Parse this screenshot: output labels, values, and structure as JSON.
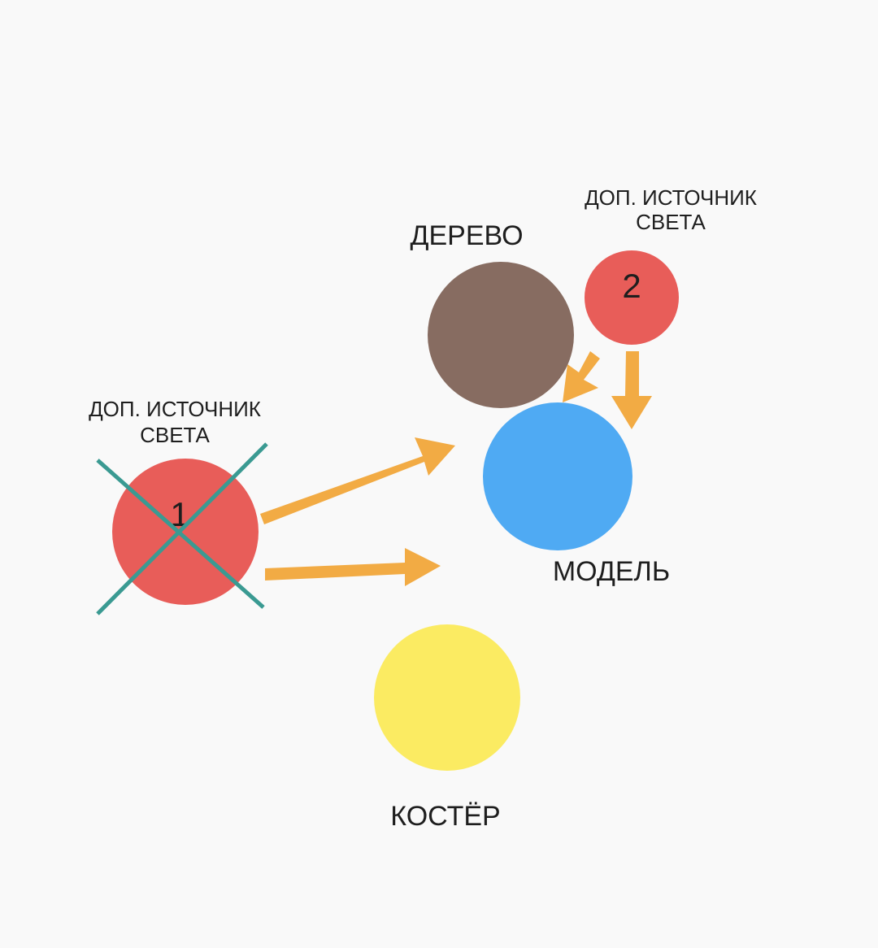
{
  "colors": {
    "background": "#f9f9f9",
    "light_source": "#e85d59",
    "tree": "#876c61",
    "model": "#4faaf3",
    "fire": "#fbeb62",
    "arrow": "#f2ab44",
    "cross": "#3a9a92",
    "text": "#1e1e1e"
  },
  "nodes": {
    "tree": {
      "label": "ДЕРЕВО"
    },
    "model": {
      "label": "МОДЕЛЬ"
    },
    "fire": {
      "label": "КОСТЁР"
    },
    "light1": {
      "number": "1",
      "label_line1": "ДОП. ИСТОЧНИК",
      "label_line2": "СВЕТА",
      "crossed_out": true
    },
    "light2": {
      "number": "2",
      "label_line1": "ДОП. ИСТОЧНИК",
      "label_line2": "СВЕТА",
      "crossed_out": false
    }
  },
  "edges": [
    {
      "from": "light1",
      "to": "model",
      "style": "arrow"
    },
    {
      "from": "light1",
      "to": "model",
      "style": "arrow"
    },
    {
      "from": "light2",
      "to": "model",
      "style": "arrow"
    },
    {
      "from": "light2",
      "to": "model",
      "style": "arrow"
    }
  ]
}
